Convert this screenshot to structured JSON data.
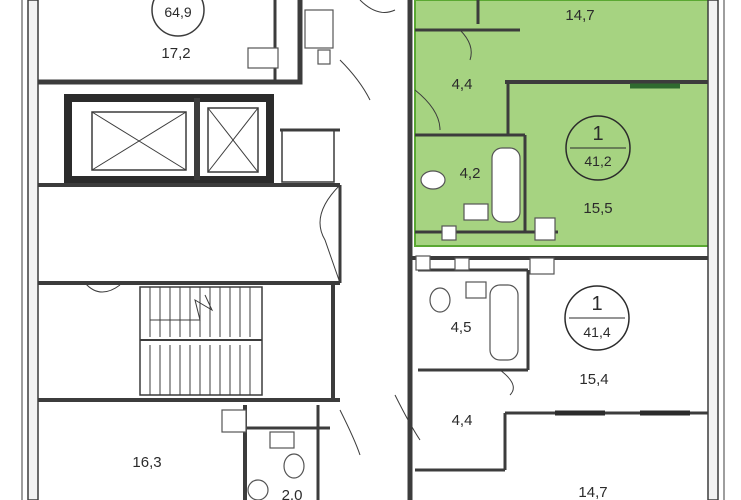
{
  "rooms": {
    "top_left_total": "64,9",
    "top_left_room": "17,2",
    "green_top_room": "14,7",
    "green_hall": "4,4",
    "green_bath": "4,2",
    "green_kitchen": "15,5",
    "mid_bath": "4,5",
    "mid_kitchen": "15,4",
    "mid_hall": "4,4",
    "bottom_right_room": "14,7",
    "bottom_left_room": "16,3",
    "bottom_wc": "2,0"
  },
  "badges": {
    "highlighted": {
      "rooms": "1",
      "area": "41,2"
    },
    "neighbor": {
      "rooms": "1",
      "area": "41,4"
    }
  },
  "colors": {
    "highlight_fill": "#a6d381",
    "highlight_stroke": "#5aa832",
    "wall": "#3c3c3c",
    "fixture": "#555555"
  }
}
